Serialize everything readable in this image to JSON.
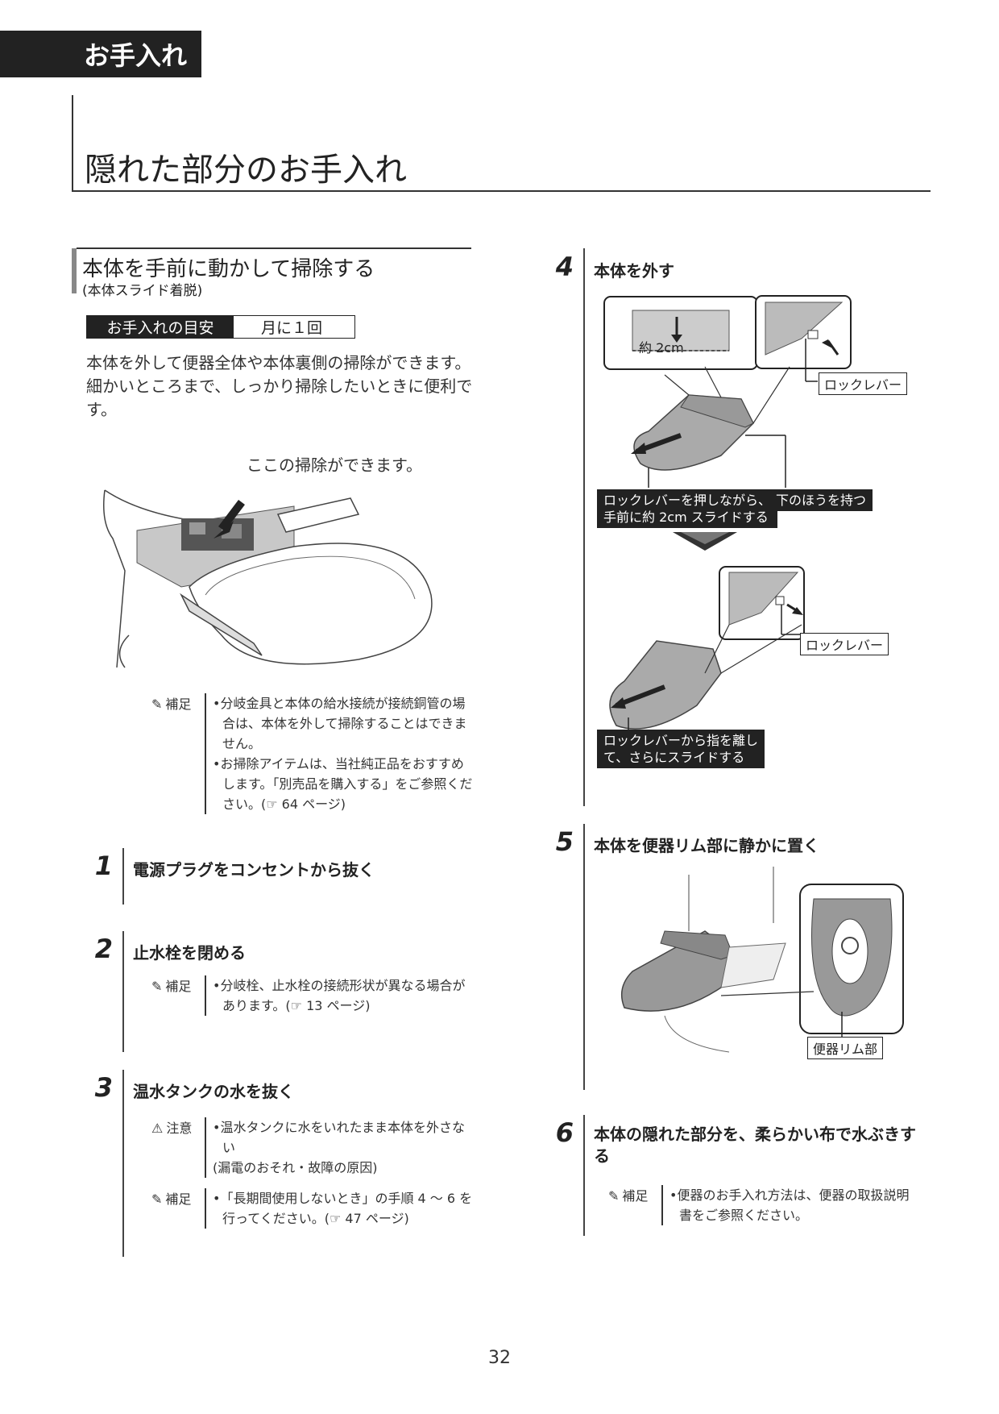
{
  "header": {
    "section_tab": "お手入れ",
    "page_title": "隠れた部分のお手入れ"
  },
  "subsection": {
    "title": "本体を手前に動かして掃除する",
    "subtitle": "(本体スライド着脱)",
    "guide_label": "お手入れの目安",
    "guide_value": "月に１回",
    "intro_lines": [
      "本体を外して便器全体や本体裏側の掃除ができます。",
      "細かいところまで、しっかり掃除したいときに便利です。"
    ],
    "callout": "ここの掃除ができます。"
  },
  "note_main": {
    "tag": "補足",
    "items": [
      "•分岐金具と本体の給水接続が接続銅管の場合は、本体を外して掃除することはできません。",
      "•お掃除アイテムは、当社純正品をおすすめします。「別売品を購入する」をご参照ください。(☞ 64 ページ)"
    ]
  },
  "steps": {
    "s1": {
      "num": "1",
      "title": "電源プラグをコンセントから抜く"
    },
    "s2": {
      "num": "2",
      "title": "止水栓を閉める",
      "note_tag": "補足",
      "note": "•分岐栓、止水栓の接続形状が異なる場合があります。(☞ 13 ページ)"
    },
    "s3": {
      "num": "3",
      "title": "温水タンクの水を抜く",
      "caution_tag": "注意",
      "caution_lines": [
        "•温水タンクに水をいれたまま本体を外さない",
        "(漏電のおそれ・故障の原因)"
      ],
      "note_tag": "補足",
      "note": "•「長期間使用しないとき」の手順 4 ～ 6 を行ってください。(☞ 47 ページ)"
    },
    "s4": {
      "num": "4",
      "title": "本体を外す",
      "dim_label": "約 2cm",
      "lock_lever_1": "ロックレバー",
      "instruction_1": [
        "ロックレバーを押しながら、",
        "手前に約 2cm スライドする"
      ],
      "hold_label": "下のほうを持つ",
      "lock_lever_2": "ロックレバー",
      "instruction_2": [
        "ロックレバーから指を離し",
        "て、さらにスライドする"
      ]
    },
    "s5": {
      "num": "5",
      "title": "本体を便器リム部に静かに置く",
      "rim_label": "便器リム部"
    },
    "s6": {
      "num": "6",
      "title": "本体の隠れた部分を、柔らかい布で水ぶきする",
      "note_tag": "補足",
      "note": "•便器のお手入れ方法は、便器の取扱説明書をご参照ください。"
    }
  },
  "page_number": "32"
}
